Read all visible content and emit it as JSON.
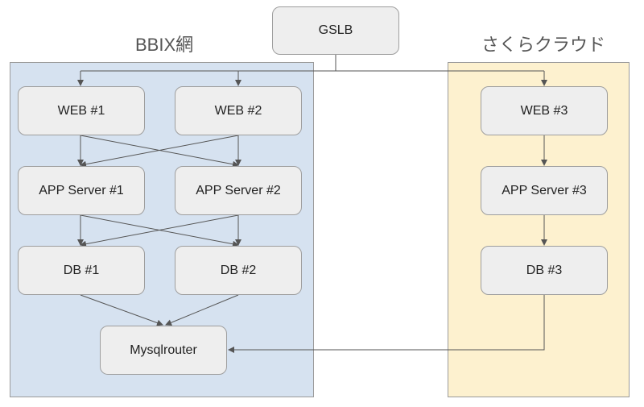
{
  "regions": {
    "bbix": {
      "label": "BBIX網",
      "fill": "#d6e2f0"
    },
    "sakura": {
      "label": "さくらクラウド",
      "fill": "#fdf1cf"
    }
  },
  "nodes": {
    "gslb": "GSLB",
    "web1": "WEB #1",
    "web2": "WEB #2",
    "web3": "WEB #3",
    "app1": "APP Server #1",
    "app2": "APP Server #2",
    "app3": "APP Server #3",
    "db1": "DB #1",
    "db2": "DB #2",
    "db3": "DB #3",
    "mysqlrouter": "Mysqlrouter"
  },
  "colors": {
    "node_fill": "#eeeeee",
    "node_border": "#9e9e9e",
    "arrow": "#555555"
  }
}
